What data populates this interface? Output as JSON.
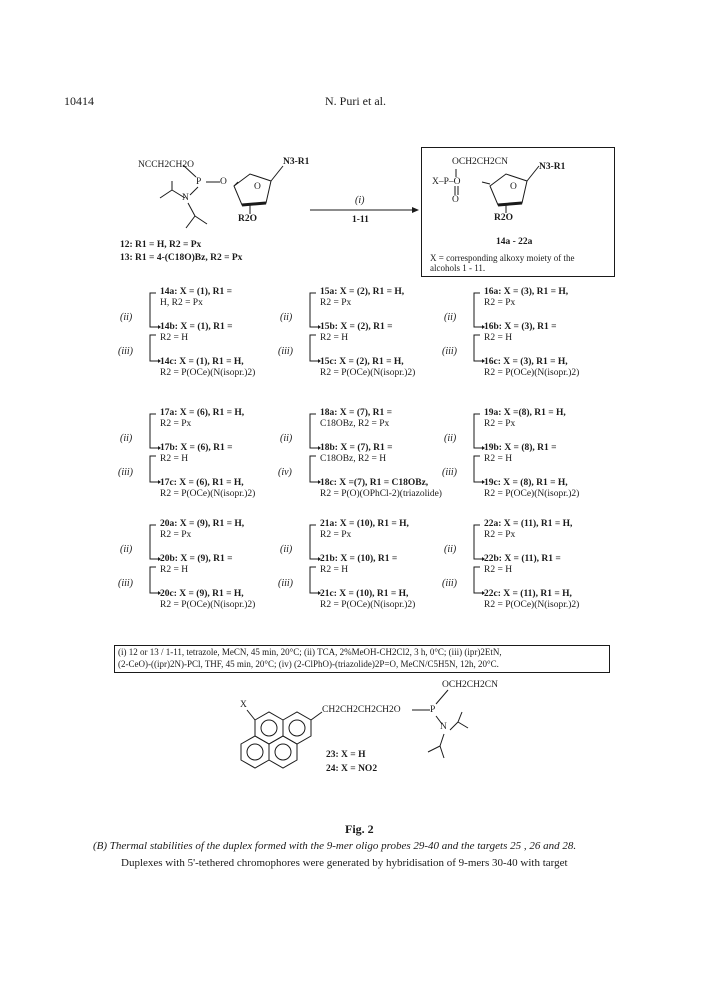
{
  "header": {
    "page_number": "10414",
    "running_title": "N. Puri et al."
  },
  "scheme_top": {
    "reactant": {
      "left_group": "NCCH2CH2O",
      "p_label": "P",
      "o_link": "O",
      "n_label": "N",
      "ring_o": "O",
      "nucleobase": "N3-R1",
      "bottom": "R2O"
    },
    "arrow": {
      "above": "(i)",
      "below": "1-11"
    },
    "product": {
      "top_group": "OCH2CH2CN",
      "x_p_o": "X–P–O",
      "dbl_o": "O",
      "ring_o": "O",
      "nucleobase": "N3-R1",
      "bottom": "R2O",
      "label": "14a - 22a",
      "note_line1": "X = corresponding alkoxy moiety of the",
      "note_line2": "alcohols 1 - 11."
    },
    "reactant_labels": [
      "12: R1 = H, R2 = Px",
      "13: R1 = 4-(C18O)Bz, R2 = Px"
    ]
  },
  "compound_groups": [
    {
      "a1": "14a: X = (1), R1 =",
      "a2": "H,  R2 = Px",
      "b1": "14b: X = (1), R1 =",
      "b2": "R2 = H",
      "c1": "14c: X = (1), R1 = H,",
      "c2": "R2  =  P(OCe)(N(isopr.)2)",
      "r1": "(ii)",
      "r2": "(iii)"
    },
    {
      "a1": "15a: X = (2), R1 = H,",
      "a2": "R2 = Px",
      "b1": "15b: X = (2), R1 =",
      "b2": "R2 = H",
      "c1": "15c: X = (2), R1 = H,",
      "c2": "R2  =  P(OCe)(N(isopr.)2)",
      "r1": "(ii)",
      "r2": "(iii)"
    },
    {
      "a1": "16a: X = (3), R1 = H,",
      "a2": "R2 = Px",
      "b1": "16b: X = (3), R1 =",
      "b2": "R2 = H",
      "c1": "16c: X = (3), R1 = H,",
      "c2": "R2  =  P(OCe)(N(isopr.)2)",
      "r1": "(ii)",
      "r2": "(iii)"
    },
    {
      "a1": "17a: X = (6), R1 = H,",
      "a2": "R2 = Px",
      "b1": "17b: X = (6), R1 =",
      "b2": "R2 = H",
      "c1": "17c: X = (6), R1 = H,",
      "c2": "R2  =  P(OCe)(N(isopr.)2)",
      "r1": "(ii)",
      "r2": "(iii)"
    },
    {
      "a1": "18a: X = (7), R1 =",
      "a2": "C18OBz,  R2 = Px",
      "b1": "18b: X = (7), R1 =",
      "b2": "C18OBz,  R2 = H",
      "c1": "18c: X =(7), R1 = C18OBz,",
      "c2": "R2 = P(O)(OPhCl-2)(triazolide)",
      "r1": "(ii)",
      "r2": "(iv)"
    },
    {
      "a1": "19a: X =(8), R1 = H,",
      "a2": "R2 = Px",
      "b1": "19b: X = (8), R1 =",
      "b2": "R2 = H",
      "c1": "19c: X = (8), R1 = H,",
      "c2": "R2  =  P(OCe)(N(isopr.)2)",
      "r1": "(ii)",
      "r2": "(iii)"
    },
    {
      "a1": "20a: X = (9), R1 = H,",
      "a2": "R2 = Px",
      "b1": "20b: X = (9), R1 =",
      "b2": "R2 = H",
      "c1": "20c: X = (9), R1 = H,",
      "c2": "R2  =  P(OCe)(N(isopr.)2)",
      "r1": "(ii)",
      "r2": "(iii)"
    },
    {
      "a1": "21a: X = (10), R1 = H,",
      "a2": "R2 = Px",
      "b1": "21b: X = (10), R1 =",
      "b2": "R2 = H",
      "c1": "21c: X = (10), R1 = H,",
      "c2": "R2  =  P(OCe)(N(isopr.)2)",
      "r1": "(ii)",
      "r2": "(iii)"
    },
    {
      "a1": "22a: X = (11), R1 = H,",
      "a2": "R2 = Px",
      "b1": "22b: X = (11), R1 =",
      "b2": "R2 = H",
      "c1": "22c: X = (11), R1 = H,",
      "c2": "R2  =  P(OCe)(N(isopr.)2)",
      "r1": "(ii)",
      "r2": "(iii)"
    }
  ],
  "conditions": {
    "line1": "(i) 12 or 13 / 1-11, tetrazole, MeCN, 45 min, 20°C; (ii) TCA, 2%MeOH-CH2Cl2, 3 h, 0°C; (iii) (ipr)2EtN,",
    "line2": "(2-CeO)-((ipr)2N)-PCl, THF, 45 min, 20°C; (iv) (2-ClPhO)-(triazolide)2P=O, MeCN/C5H5N, 12h, 20°C."
  },
  "pyrene": {
    "x_label": "X",
    "chain": "CH2CH2CH2CH2O",
    "p": "P",
    "top_group": "OCH2CH2CN",
    "n": "N",
    "label1": "23: X = H",
    "label2": "24: X = NO2"
  },
  "figure": {
    "label": "Fig. 2"
  },
  "section": {
    "heading": "(B) Thermal stabilities of the duplex formed with the 9-mer oligo probes 29-40 and the targets  25 , 26 and 28.",
    "body": "Duplexes with 5'-tethered chromophores were generated by hybridisation of 9-mers 30-40 with target"
  }
}
